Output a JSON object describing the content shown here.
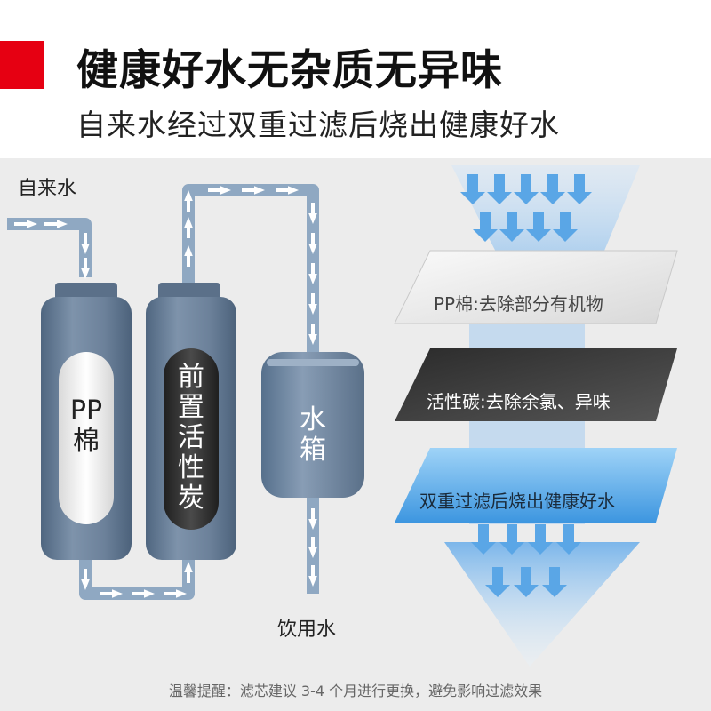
{
  "header": {
    "title": "健康好水无杂质无异味",
    "subtitle": "自来水经过双重过滤后烧出健康好水"
  },
  "diagram": {
    "inlet_label": "自来水",
    "outlet_label": "饮用水",
    "filter1_label": "PP\n棉",
    "filter2_label": "前\n置\n活\n性\n炭",
    "tank_label": "水\n箱"
  },
  "layers": {
    "pp": "PP棉:去除部分有机物",
    "carbon": "活性碳:去除余氯、异味",
    "result": "双重过滤后烧出健康好水"
  },
  "footer": {
    "tip": "温馨提醒：滤芯建议 3-4 个月进行更换，避免影响过滤效果"
  },
  "colors": {
    "accent_red": "#e60012",
    "filter_body": "#6a7f96",
    "pipe": "#8fa8c2",
    "water_blue": "#5aa6e6"
  }
}
